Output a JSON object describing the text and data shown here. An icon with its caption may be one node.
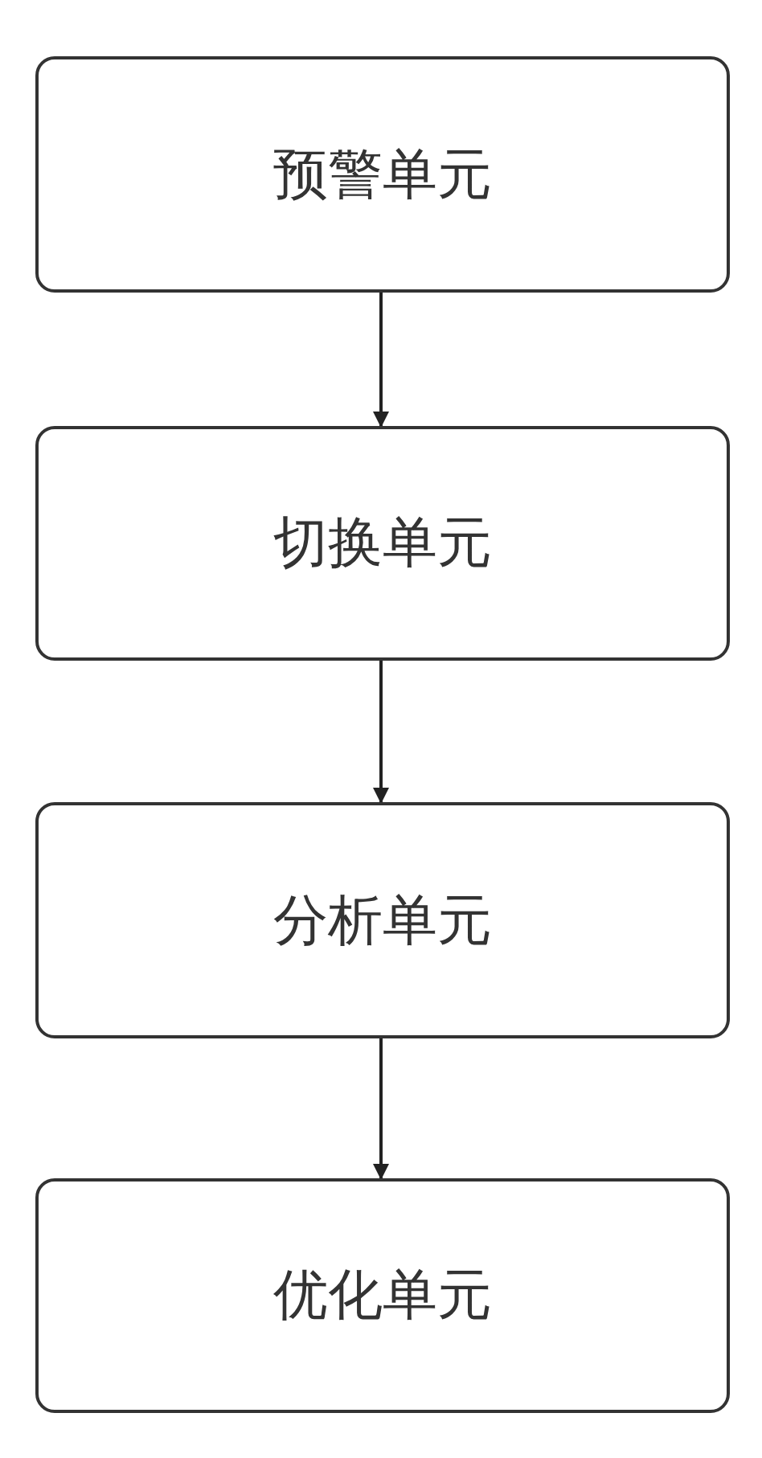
{
  "diagram": {
    "nodes": [
      {
        "text": [
          "预警单元"
        ]
      },
      {
        "text": [
          "切换单元"
        ]
      },
      {
        "text": [
          "分析单元"
        ]
      },
      {
        "text": [
          "优化单元"
        ]
      }
    ],
    "edges": [
      {
        "from": 0,
        "to": 1,
        "arrow": "to"
      },
      {
        "from": 1,
        "to": 2,
        "arrow": "to"
      },
      {
        "from": 2,
        "to": 3,
        "arrow": "to"
      }
    ]
  }
}
